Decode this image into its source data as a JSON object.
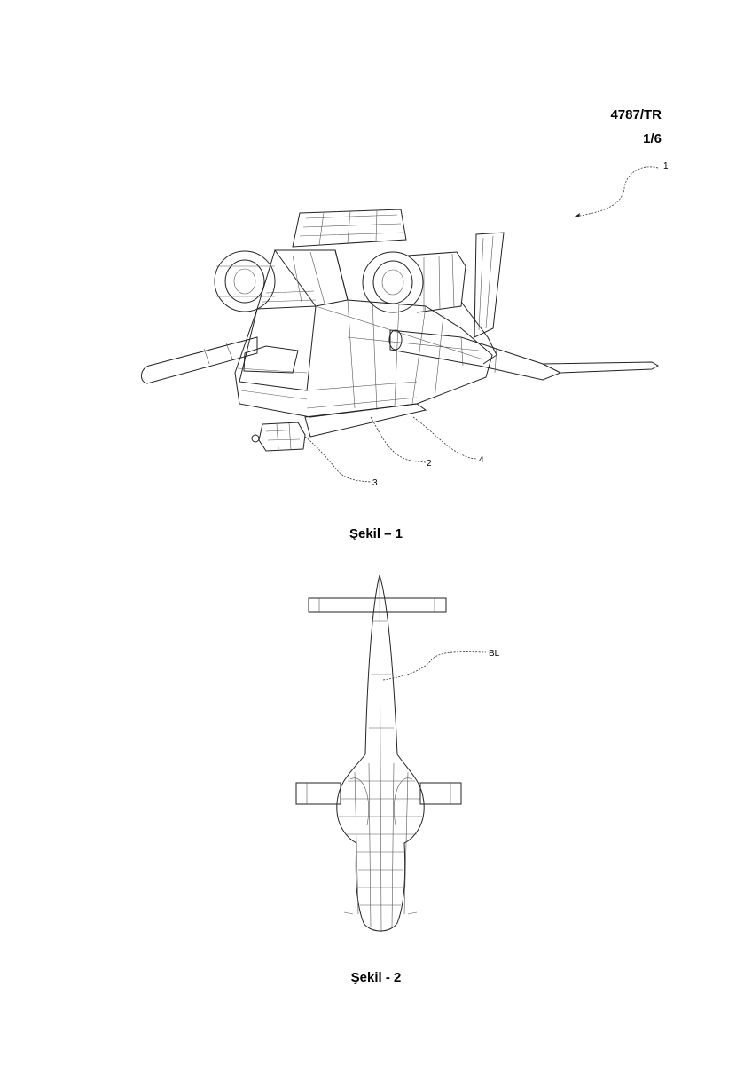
{
  "header": {
    "document_id": "4787/TR",
    "sheet": "1/6"
  },
  "figure1": {
    "caption": "Şekil – 1",
    "labels": {
      "main": "1",
      "part2": "2",
      "part3": "3",
      "part4": "4"
    }
  },
  "figure2": {
    "caption": "Şekil - 2",
    "labels": {
      "bl": "BL"
    }
  }
}
